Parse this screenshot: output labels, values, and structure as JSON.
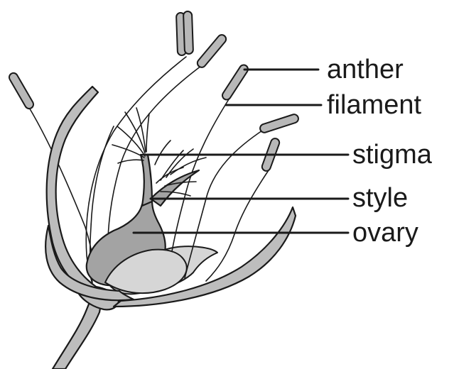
{
  "labels": {
    "anther": "anther",
    "filament": "filament",
    "stigma": "stigma",
    "style": "style",
    "ovary": "ovary"
  }
}
